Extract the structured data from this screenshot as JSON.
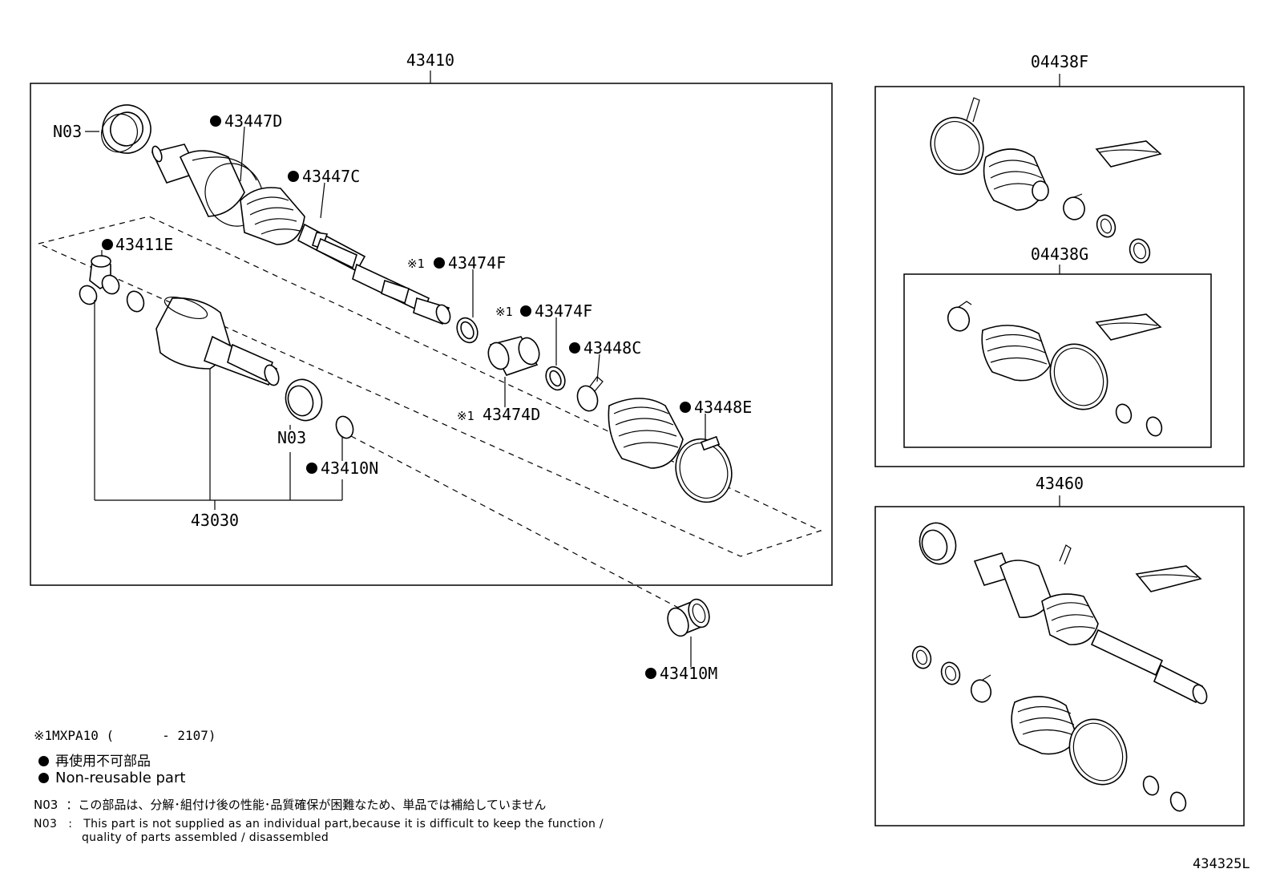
{
  "groups": {
    "main_assembly": "43410",
    "boot_kit_outer": "04438F",
    "boot_kit_inner": "04438G",
    "shaft_alt": "43460",
    "inner_joint": "43030"
  },
  "parts": {
    "n03_top": "N03",
    "p43447D": "43447D",
    "p43447C": "43447C",
    "p43411E": "43411E",
    "p43474F_a_prefix": "※1",
    "p43474F_a": "43474F",
    "p43474F_b_prefix": "※1",
    "p43474F_b": "43474F",
    "p43448C": "43448C",
    "p43474D_prefix": "※1",
    "p43474D": "43474D",
    "p43448E": "43448E",
    "n03_mid": "N03",
    "p43410N": "43410N",
    "p43410M": "43410M"
  },
  "notes": {
    "model_note_mark": "※1",
    "model_note": "MXPA10 (",
    "model_note_range": "- 2107)",
    "non_reusable_jp": "再使用不可部品",
    "non_reusable_en": "Non-reusable part",
    "n03_jp_code": "N03",
    "n03_jp_text": "：この部品は、分解･組付け後の性能･品質確保が困難なため、単品では補給していません",
    "n03_en_code": "N03",
    "n03_en_colon": ":",
    "n03_en_line1": "This part is not supplied as an individual part,because it is difficult to keep the function /",
    "n03_en_line2": "quality of parts assembled / disassembled"
  },
  "figure_id": "434325L"
}
